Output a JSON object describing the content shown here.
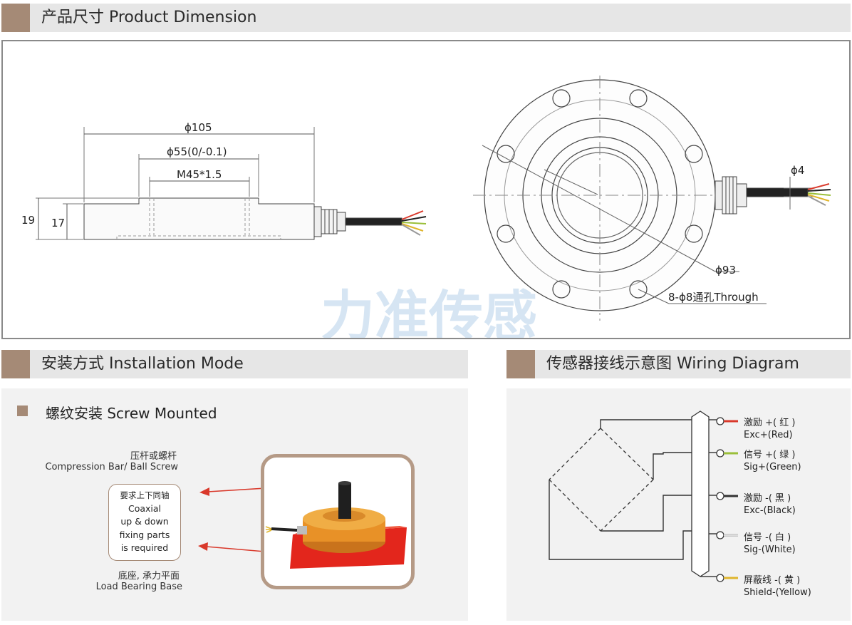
{
  "sections": {
    "dimension_title": "产品尺寸 Product Dimension",
    "installation_title": "安装方式 Installation Mode",
    "wiring_title": "传感器接线示意图  Wiring Diagram"
  },
  "dimension": {
    "phi105": "ϕ105",
    "phi55": "ϕ55(0/-0.1)",
    "m45": "M45*1.5",
    "h19": "19",
    "h17": "17",
    "phi4": "ϕ4",
    "phi93": "ϕ93",
    "holes": "8-ϕ8通孔Through",
    "watermark": "力准传感"
  },
  "installation": {
    "mode": "螺纹安装 Screw Mounted",
    "rod_cn": "压杆或螺杆",
    "rod_en": "Compression Bar/ Ball Screw",
    "note": [
      "要求上下同轴",
      "Coaxial",
      "up & down",
      "fixing parts",
      "is required"
    ],
    "base_cn": "底座, 承力平面",
    "base_en": "Load Bearing Base"
  },
  "wiring": {
    "wires": [
      {
        "cn": "激励 +( 红 )",
        "en": "Exc+(Red)",
        "color": "#d9392b"
      },
      {
        "cn": "信号 +( 绿 )",
        "en": "Sig+(Green)",
        "color": "#9bbf3a"
      },
      {
        "cn": "激励 -( 黑 )",
        "en": "Exc-(Black)",
        "color": "#333333"
      },
      {
        "cn": "信号 -( 白 )",
        "en": "Sig-(White)",
        "color": "#f2f2f2"
      },
      {
        "cn": "屏蔽线 -( 黄 )",
        "en": "Shield-(Yellow)",
        "color": "#e0b52c"
      }
    ]
  }
}
